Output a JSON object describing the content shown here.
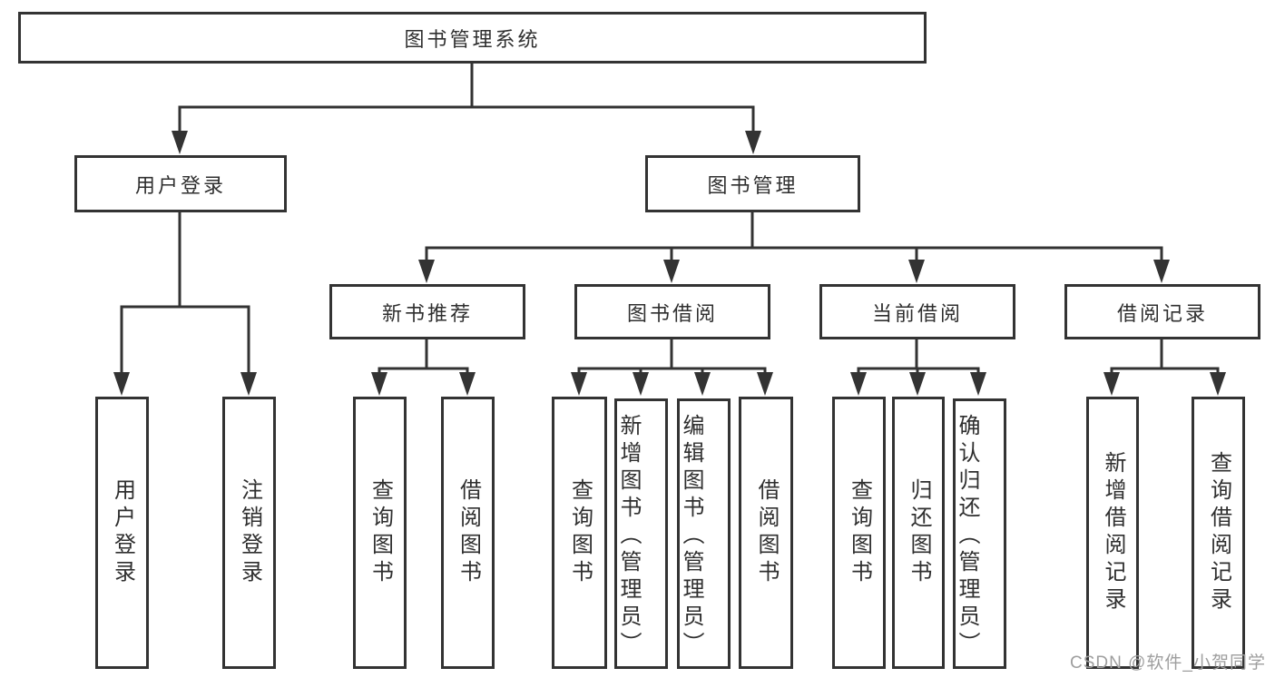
{
  "diagram": {
    "root": "图书管理系统",
    "level2": {
      "user_login": "用户登录",
      "book_mgmt": "图书管理"
    },
    "level3": {
      "new_book": "新书推荐",
      "book_borrow": "图书借阅",
      "current_borrow": "当前借阅",
      "borrow_record": "借阅记录"
    },
    "leaves": {
      "user_login": [
        "用户登录",
        "注销登录"
      ],
      "new_book": [
        "查询图书",
        "借阅图书"
      ],
      "book_borrow": [
        "查询图书",
        "新增图书（管理员）",
        "编辑图书（管理员）",
        "借阅图书"
      ],
      "current_borrow": [
        "查询图书",
        "归还图书",
        "确认归还（管理员）"
      ],
      "borrow_record": [
        "新增借阅记录",
        "查询借阅记录"
      ]
    }
  },
  "watermark": "CSDN @软件_小贺同学",
  "colors": {
    "line": "#333333",
    "text": "#2f2f2f",
    "watermark": "#9e9e9e",
    "background": "#ffffff"
  }
}
